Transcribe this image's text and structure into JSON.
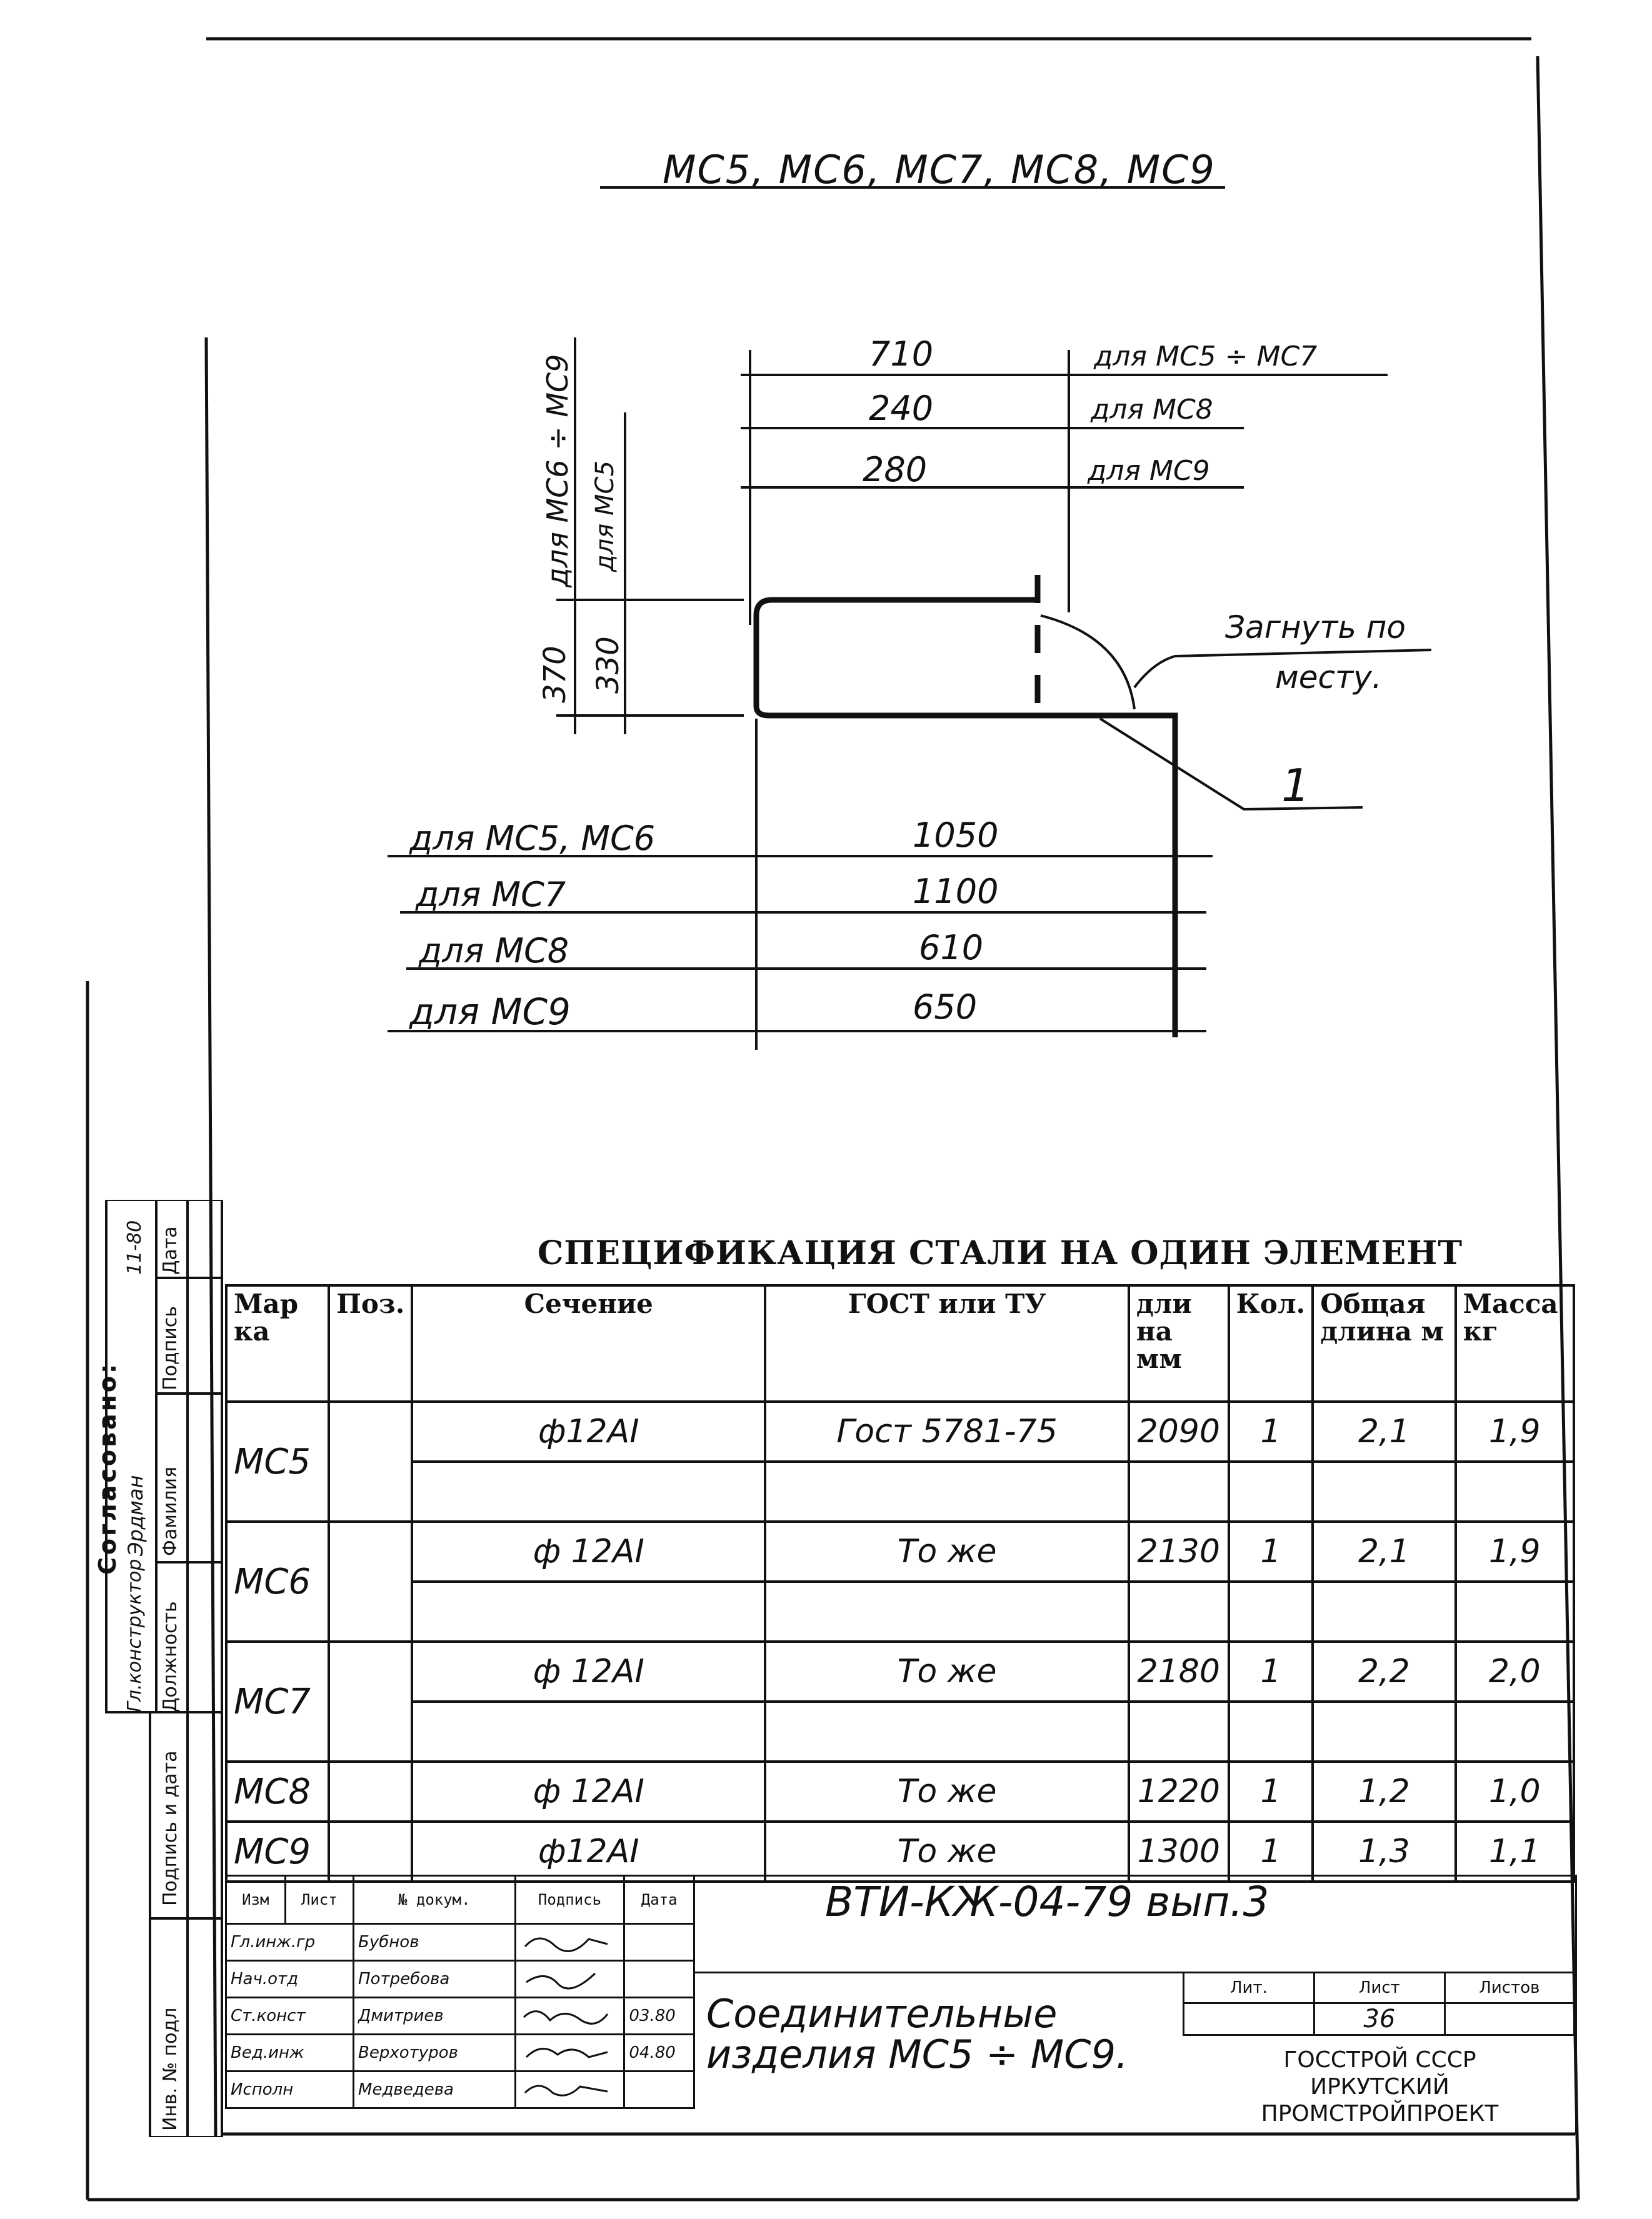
{
  "drawing": {
    "title": "МС5, МС6, МС7, МС8, МС9",
    "dims_top": [
      {
        "value": "710",
        "note": "для МС5 ÷ МС7"
      },
      {
        "value": "240",
        "note": "для МС8"
      },
      {
        "value": "280",
        "note": "для МС9"
      }
    ],
    "dims_height": [
      {
        "value": "370",
        "note": "для МС6 ÷ МС9"
      },
      {
        "value": "330",
        "note": "для МС5"
      }
    ],
    "bend_note_1": "Загнуть по",
    "bend_note_2": "месту.",
    "position_label": "1",
    "dims_bottom": [
      {
        "label": "для МС5, МС6",
        "value": "1050"
      },
      {
        "label": "для МС7",
        "value": "1100"
      },
      {
        "label": "для МС8",
        "value": "610"
      },
      {
        "label": "для МС9",
        "value": "650"
      }
    ]
  },
  "spec": {
    "caption": "СПЕЦИФИКАЦИЯ СТАЛИ НА ОДИН ЭЛЕМЕНТ",
    "headers": [
      "Мар ка",
      "Поз.",
      "Сечение",
      "ГОСТ или ТУ",
      "дли на мм",
      "Кол.",
      "Общая длина м",
      "Масса кг"
    ],
    "rows": [
      {
        "mark": "МС5",
        "section": "ф12АI",
        "gost": "Гост 5781-75",
        "len": "2090",
        "qty": "1",
        "total": "2,1",
        "mass": "1,9"
      },
      {
        "mark": "МС6",
        "section": "ф 12АI",
        "gost": "То же",
        "len": "2130",
        "qty": "1",
        "total": "2,1",
        "mass": "1,9"
      },
      {
        "mark": "МС7",
        "section": "ф 12АI",
        "gost": "То же",
        "len": "2180",
        "qty": "1",
        "total": "2,2",
        "mass": "2,0"
      },
      {
        "mark": "МС8",
        "section": "ф 12АI",
        "gost": "То же",
        "len": "1220",
        "qty": "1",
        "total": "1,2",
        "mass": "1,0"
      },
      {
        "mark": "МС9",
        "section": "ф12АI",
        "gost": "То же",
        "len": "1300",
        "qty": "1",
        "total": "1,3",
        "mass": "1,1"
      }
    ]
  },
  "title_block": {
    "headers": [
      "Изм",
      "Лист",
      "№ докум.",
      "Подпись",
      "Дата"
    ],
    "rows": [
      {
        "role": "Гл.инж.гр",
        "name": "Бубнов",
        "date": ""
      },
      {
        "role": "Нач.отд",
        "name": "Потребова",
        "date": ""
      },
      {
        "role": "Ст.конст",
        "name": "Дмитриев",
        "date": "03.80"
      },
      {
        "role": "Вед.инж",
        "name": "Верхотуров",
        "date": "04.80"
      },
      {
        "role": "Исполн",
        "name": "Медведева",
        "date": ""
      }
    ],
    "doc_code": "ВТИ-КЖ-04-79 вып.3",
    "part_name": "Соединительные изделия МС5 ÷ МС9.",
    "lit_label": "Лит.",
    "sheet_label": "Лист",
    "sheets_label": "Листов",
    "sheet_number": "36",
    "org_line1": "ГОССТРОЙ СССР",
    "org_line2": "ИРКУТСКИЙ",
    "org_line3": "ПРОМСТРОЙПРОЕКТ"
  },
  "approval_strip": {
    "title": "Согласовано:",
    "col_headers": [
      "Должность",
      "Фамилия",
      "Подпись",
      "Дата"
    ],
    "row": {
      "position": "Гл.конструктор",
      "surname": "Эрдман",
      "date": "11-80"
    },
    "lower_headers": [
      "Инв. № подл",
      "Подпись и дата"
    ]
  }
}
